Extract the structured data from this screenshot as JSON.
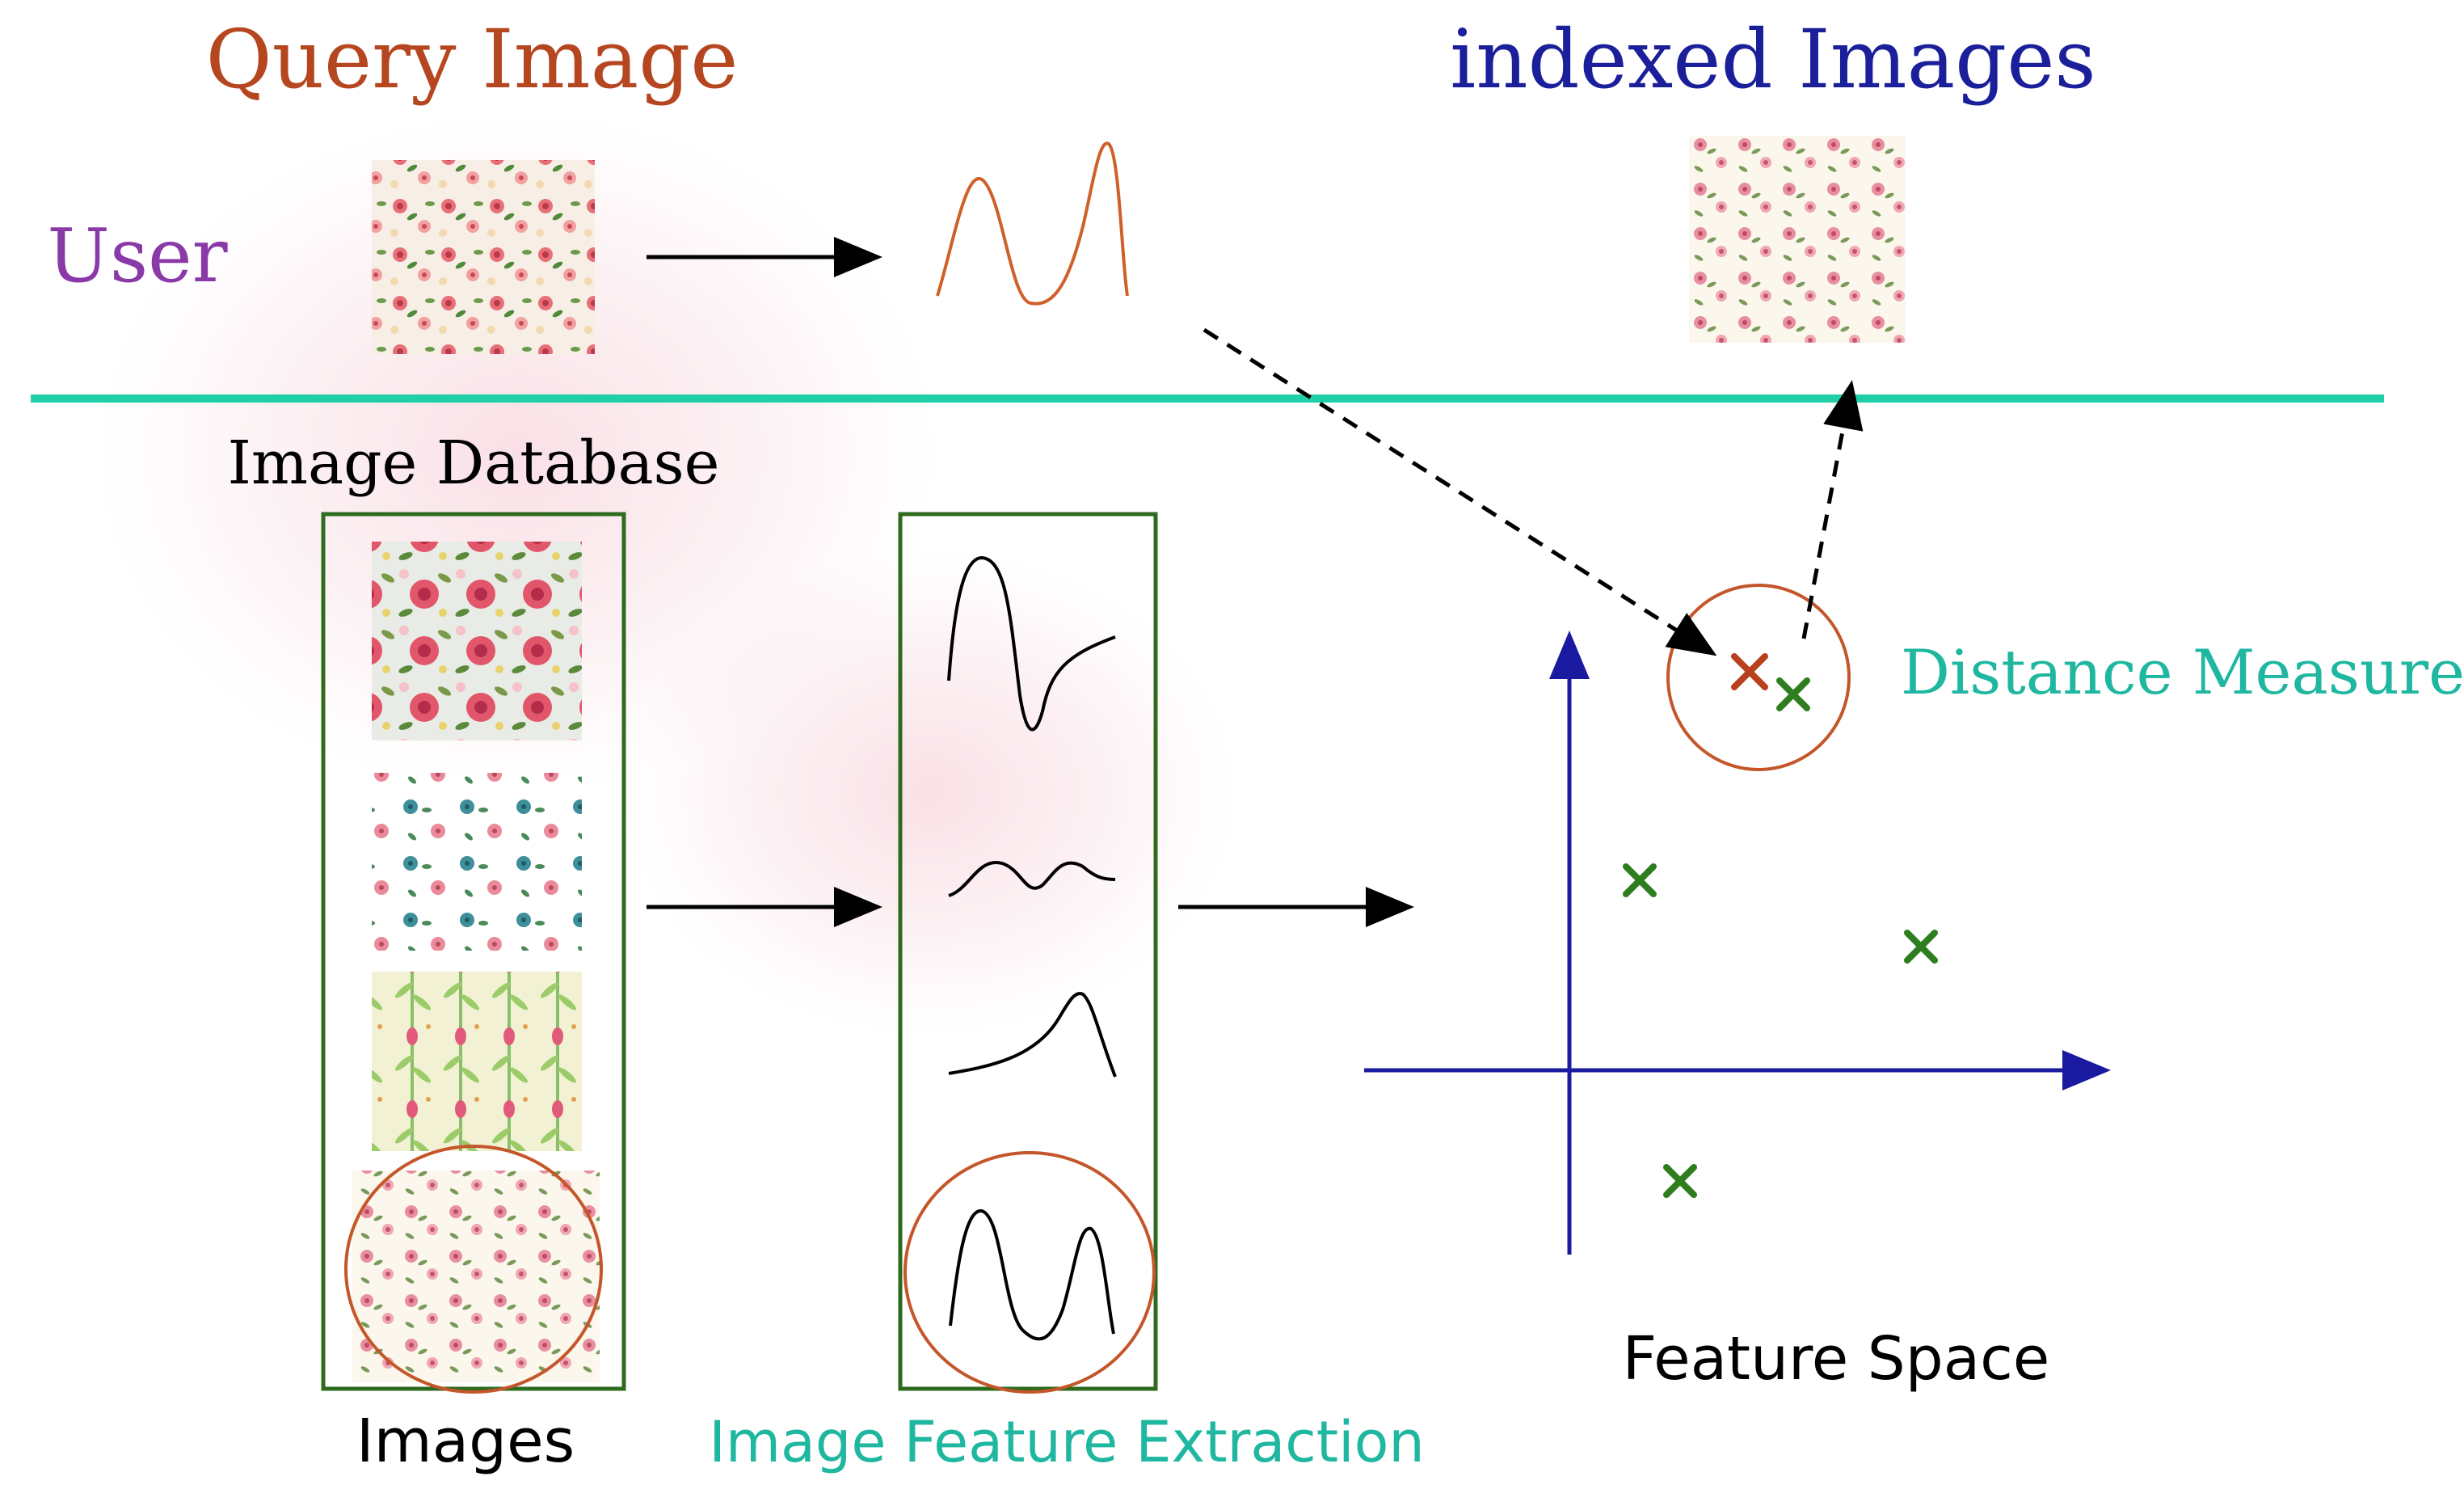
{
  "labels": {
    "query_image": "Query Image",
    "indexed_images": "indexed Images",
    "user": "User",
    "image_database": "Image Database",
    "distance_measure": "Distance Measure",
    "feature_space": "Feature Space",
    "images": "Images",
    "image_feature_extraction": "Image Feature Extraction"
  },
  "colors": {
    "query": "#b5461f",
    "indexed": "#1b1f9a",
    "user": "#8a3aa8",
    "teal": "#1fb7a0",
    "green_box": "#2e6b1f",
    "axis": "#1a1aa0",
    "red_circle": "#c4562a",
    "marker_green": "#2e7d1f",
    "marker_red": "#b8401d"
  },
  "icons": [
    "right-arrow-icon",
    "dashed-arrow-icon",
    "cross-marker-icon",
    "floral-thumbnail-icon"
  ]
}
